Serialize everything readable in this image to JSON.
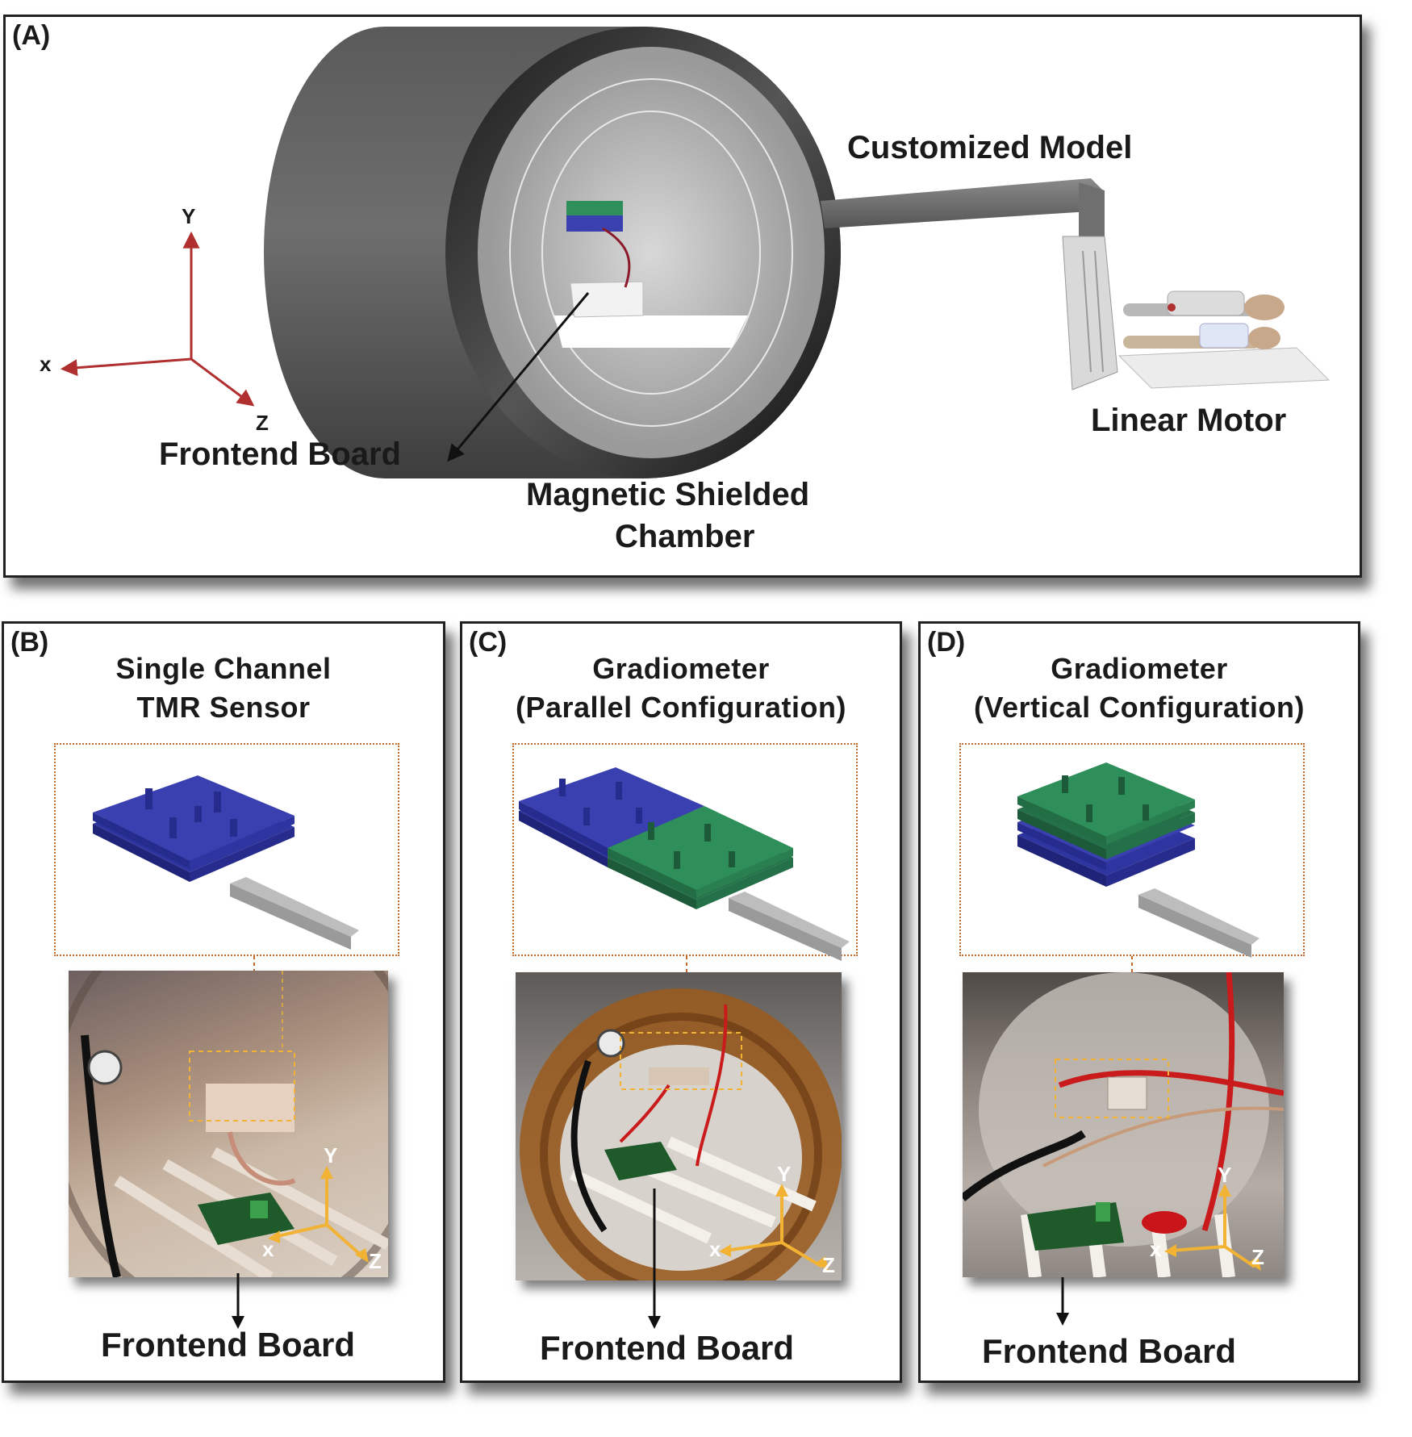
{
  "panels": {
    "a": {
      "label": "(A)",
      "labels": {
        "customized_model": "Customized Model",
        "linear_motor": "Linear Motor",
        "frontend_board": "Frontend Board",
        "chamber_line1": "Magnetic Shielded",
        "chamber_line2": "Chamber"
      },
      "axes": {
        "x": "x",
        "y": "Y",
        "z": "Z"
      }
    },
    "b": {
      "label": "(B)",
      "title_line1": "Single Channel",
      "title_line2": "TMR Sensor",
      "caption": "Frontend Board",
      "axes": {
        "x": "x",
        "y": "Y",
        "z": "Z"
      }
    },
    "c": {
      "label": "(C)",
      "title_line1": "Gradiometer",
      "title_line2": "(Parallel Configuration)",
      "caption": "Frontend Board",
      "axes": {
        "x": "x",
        "y": "Y",
        "z": "Z"
      }
    },
    "d": {
      "label": "(D)",
      "title_line1": "Gradiometer",
      "title_line2": "(Vertical Configuration)",
      "caption": "Frontend Board",
      "axes": {
        "x": "x",
        "y": "Y",
        "z": "Z"
      }
    }
  },
  "colors": {
    "sensor_blue": "#3a40b0",
    "sensor_green": "#2f8f5a",
    "axis_red": "#b03030",
    "photo_axis_orange": "#f2b233",
    "dotted_orange": "#c26a2b"
  }
}
